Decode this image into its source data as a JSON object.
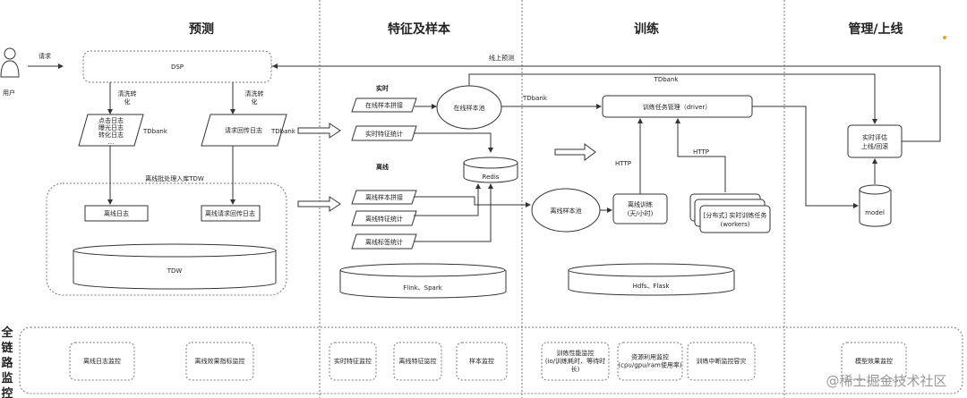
{
  "columns": [
    "预测",
    "特征及样本",
    "训练",
    "管理/上线"
  ],
  "prediction": {
    "user_label": "用户",
    "request_label": "请求",
    "dsp": "DSP",
    "clean_label_1": "清洗转",
    "clean_label_2": "化",
    "logs": [
      "点击日志",
      "曝光日志",
      "转化日志",
      "..."
    ],
    "request_log": "请求回传日志",
    "tdbank_1": "TDbank",
    "tdbank_2": "TDbank",
    "group_label": "离线批处理入库TDW",
    "offline_log": "离线日志",
    "offline_request_log": "离线请求回传日志",
    "tdw": "TDW"
  },
  "features": {
    "online_predict": "线上预测",
    "realtime_label": "实时",
    "online_join": "在线样本拼接",
    "realtime_stats": "实时特征统计",
    "online_pool": "在线样本池",
    "redis": "Redis",
    "offline_label": "离线",
    "offline_join": "离线样本拼接",
    "offline_feature_stats": "离线特征统计",
    "offline_label_stats": "离线标签统计",
    "storage": "Flink、Spark"
  },
  "training": {
    "tdbank_top": "TDbank",
    "tdbank_left": "TDbank",
    "driver": "训练任务管理（driver）",
    "http_1": "HTTP",
    "http_2": "HTTP",
    "offline_pool": "离线样本池",
    "offline_train_1": "离线训练",
    "offline_train_2": "(天/小时)",
    "workers_1": "[分布式] 实时训练任务",
    "workers_2": "(workers)",
    "storage": "Hdfs、Flask"
  },
  "deploy": {
    "eval_1": "实时评估",
    "eval_2": "上线/回滚",
    "model": "model"
  },
  "monitoring": {
    "title": [
      "全",
      "链",
      "路",
      "监",
      "控"
    ],
    "items": [
      [
        "离线日志监控"
      ],
      [
        "离线效果指标监控"
      ],
      [
        "实时特征监控"
      ],
      [
        "离线特征监控"
      ],
      [
        "样本监控"
      ],
      [
        "训练性能监控",
        "(io/训练耗时、等待时",
        "长)"
      ],
      [
        "资源利用监控",
        "(cpu/gpu/ram使用率)"
      ],
      [
        "训练中断监控容灾"
      ],
      [
        "模型效果监控"
      ]
    ]
  },
  "watermark": "@稀土掘金技术社区",
  "colors": {
    "accent_dot": "#f0a030",
    "line": "#333333"
  }
}
